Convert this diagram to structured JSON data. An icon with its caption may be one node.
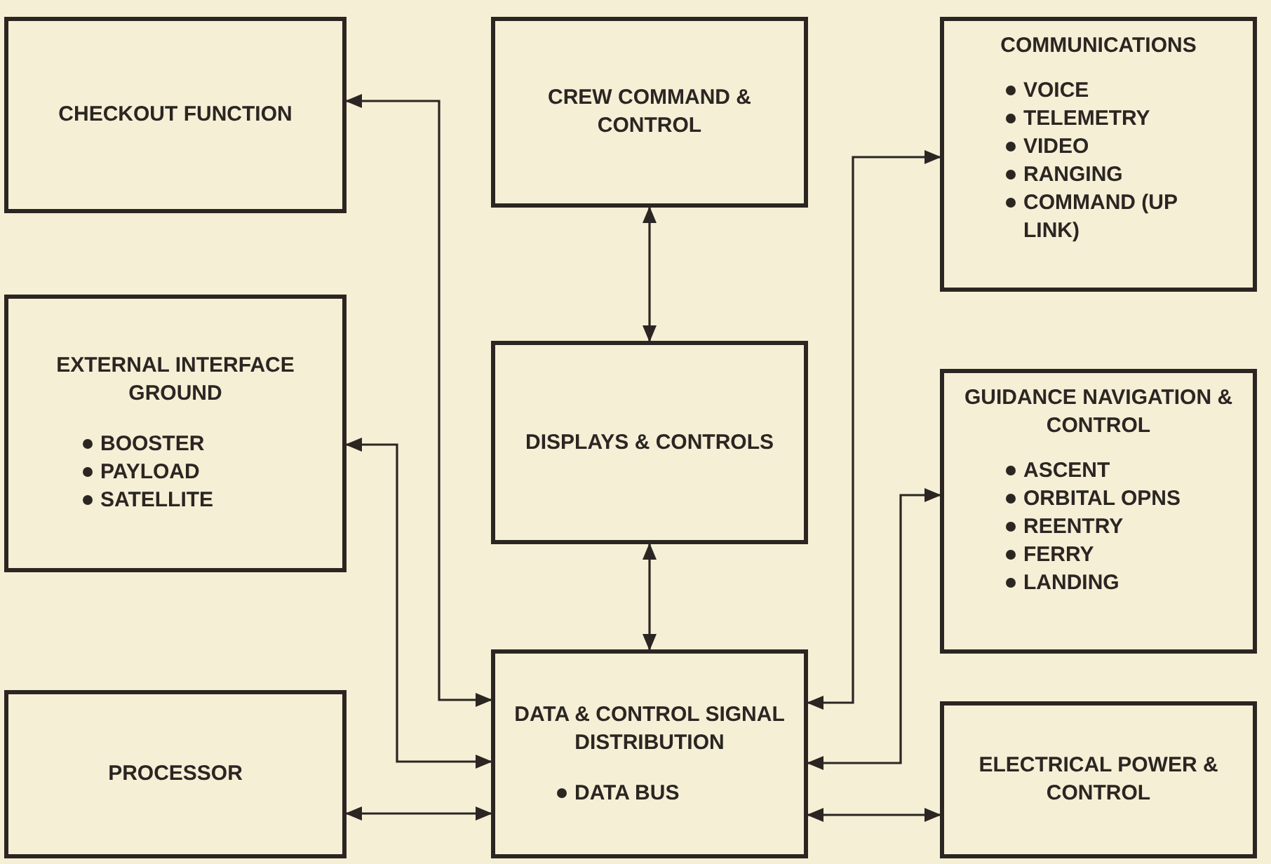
{
  "diagram": {
    "nodes": [
      {
        "text": [
          "CHECKOUT FUNCTION"
        ]
      },
      {
        "text": [
          "CREW COMMAND & CONTROL"
        ]
      },
      {
        "text": [
          "COMMUNICATIONS",
          "VOICE",
          "TELEMETRY",
          "VIDEO",
          "RANGING",
          "COMMAND (UP LINK)"
        ]
      },
      {
        "text": [
          "EXTERNAL INTERFACE GROUND",
          "BOOSTER",
          "PAYLOAD",
          "SATELLITE"
        ]
      },
      {
        "text": [
          "DISPLAYS & CONTROLS"
        ]
      },
      {
        "text": [
          "GUIDANCE NAVIGATION & CONTROL",
          "ASCENT",
          "ORBITAL OPNS",
          "REENTRY",
          "FERRY",
          "LANDING"
        ]
      },
      {
        "text": [
          "PROCESSOR"
        ]
      },
      {
        "text": [
          "DATA & CONTROL SIGNAL DISTRIBUTION",
          "DATA BUS"
        ]
      },
      {
        "text": [
          "ELECTRICAL POWER & CONTROL"
        ]
      }
    ],
    "edges": [
      {
        "from": 0,
        "to": 7,
        "arrow": "both"
      },
      {
        "from": 3,
        "to": 7,
        "arrow": "both"
      },
      {
        "from": 6,
        "to": 7,
        "arrow": "both"
      },
      {
        "from": 1,
        "to": 4,
        "arrow": "both"
      },
      {
        "from": 4,
        "to": 7,
        "arrow": "both"
      },
      {
        "from": 7,
        "to": 2,
        "arrow": "both"
      },
      {
        "from": 7,
        "to": 5,
        "arrow": "both"
      },
      {
        "from": 7,
        "to": 8,
        "arrow": "both"
      }
    ]
  }
}
